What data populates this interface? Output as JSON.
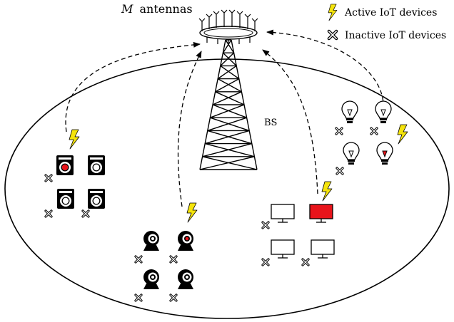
{
  "diagram": {
    "antennas_label_var": "M",
    "antennas_label_text": "antennas",
    "bs_label": "BS",
    "legend": {
      "active": "Active IoT devices",
      "inactive": "Inactive IoT devices"
    },
    "colors": {
      "active": "#e8141b",
      "bolt": "#f5e40c",
      "line": "#000000",
      "background": "#ffffff"
    },
    "device_groups": [
      {
        "name": "washing-machines",
        "count": 4,
        "active": 1,
        "icon": "washing-machine-icon"
      },
      {
        "name": "webcams",
        "count": 4,
        "active": 1,
        "icon": "webcam-icon"
      },
      {
        "name": "monitors",
        "count": 4,
        "active": 1,
        "icon": "monitor-icon"
      },
      {
        "name": "light-bulbs",
        "count": 4,
        "active": 1,
        "icon": "light-bulb-icon"
      }
    ]
  }
}
